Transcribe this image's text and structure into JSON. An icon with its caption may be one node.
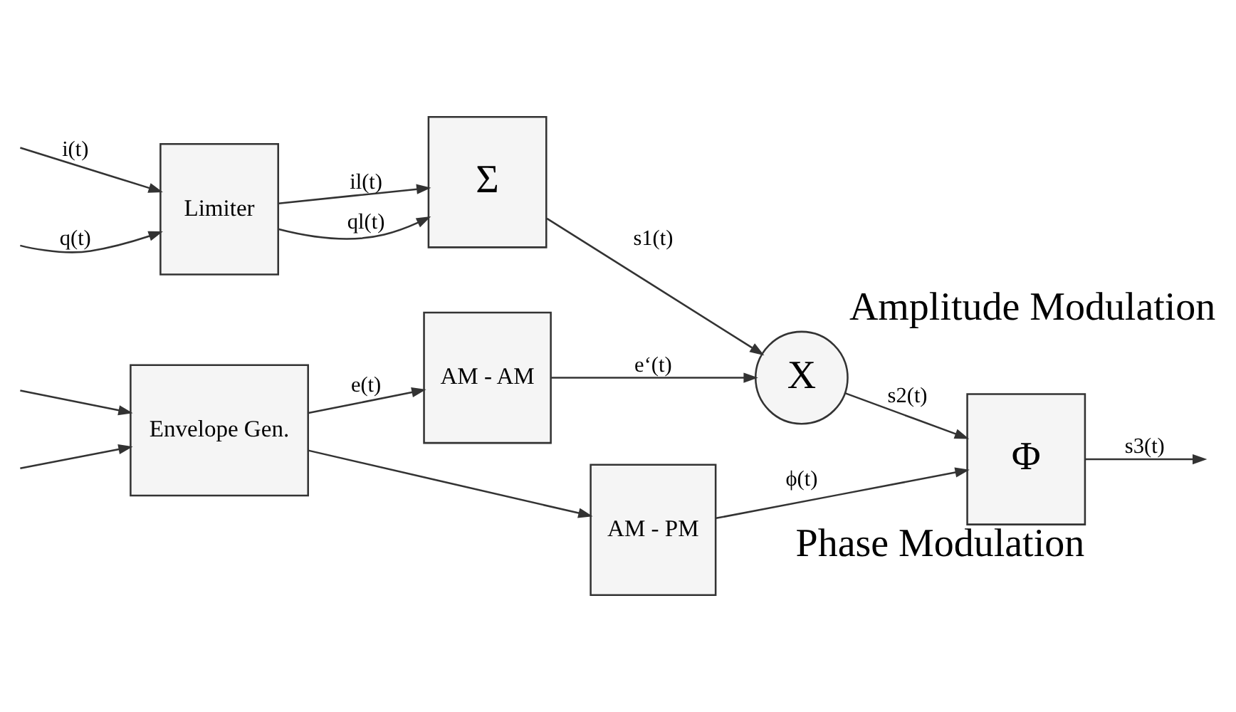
{
  "diagram": {
    "nodes": [
      {
        "text": [
          "Limiter"
        ]
      },
      {
        "text": [
          "Σ"
        ]
      },
      {
        "text": [
          "X"
        ],
        "beside": [
          "Amplitude Modulation"
        ]
      },
      {
        "text": [
          "Φ"
        ],
        "beside": [
          "Phase Modulation"
        ]
      },
      {
        "text": [
          "Envelope Gen."
        ]
      },
      {
        "text": [
          "AM - AM"
        ]
      },
      {
        "text": [
          "AM - PM"
        ]
      }
    ],
    "edges": [
      {
        "from": null,
        "to": 0,
        "arrow": "to",
        "label": "i(t)"
      },
      {
        "from": null,
        "to": 0,
        "arrow": "to",
        "label": "q(t)"
      },
      {
        "from": null,
        "to": 4,
        "arrow": "to"
      },
      {
        "from": null,
        "to": 4,
        "arrow": "to"
      },
      {
        "from": 0,
        "to": 1,
        "arrow": "to",
        "label": "il(t)"
      },
      {
        "from": 0,
        "to": 1,
        "arrow": "to",
        "label": "ql(t)"
      },
      {
        "from": 1,
        "to": 2,
        "arrow": "to",
        "label": "s1(t)"
      },
      {
        "from": 2,
        "to": 3,
        "arrow": "to",
        "label": "s2(t)"
      },
      {
        "from": 3,
        "to": null,
        "arrow": "to",
        "label": "s3(t)"
      },
      {
        "from": 4,
        "to": 5,
        "arrow": "to",
        "label": "e(t)"
      },
      {
        "from": 4,
        "to": 6,
        "arrow": "to"
      },
      {
        "from": 5,
        "to": 2,
        "arrow": "to",
        "label": "e‘(t)"
      },
      {
        "from": 6,
        "to": 3,
        "arrow": "to",
        "label": "ϕ(t)"
      }
    ]
  }
}
